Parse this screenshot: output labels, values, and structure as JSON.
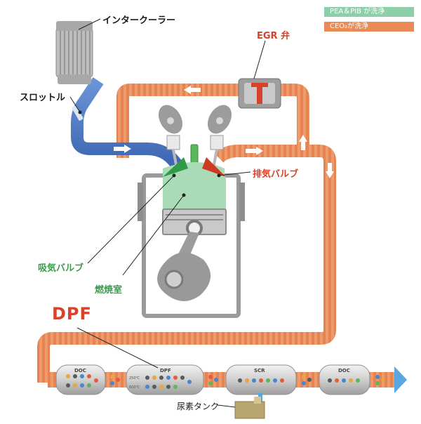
{
  "labels": {
    "intercooler": "インタークーラー",
    "egr_valve": "EGR 弁",
    "throttle": "スロットル",
    "exhaust_valve": "排気バルブ",
    "intake_valve": "吸気バルブ",
    "combustion_chamber": "燃焼室",
    "dpf": "DPF",
    "urea_tank": "尿素タンク"
  },
  "legend": {
    "green": "PEA＆PIB が洗浄",
    "orange": "CEO₂が洗浄"
  },
  "catalysts": {
    "doc1": "DOC",
    "dpf": "DPF",
    "dpf_temp_top": "250℃",
    "dpf_temp_bottom": "600℃",
    "scr": "SCR",
    "doc2": "DOC"
  },
  "colors": {
    "intake_blue": "#4a78c4",
    "exhaust_orange": "#e07a46",
    "cleaning_green": "#8ccfa8",
    "label_red": "#d8412a",
    "label_green": "#3c9a4e"
  }
}
